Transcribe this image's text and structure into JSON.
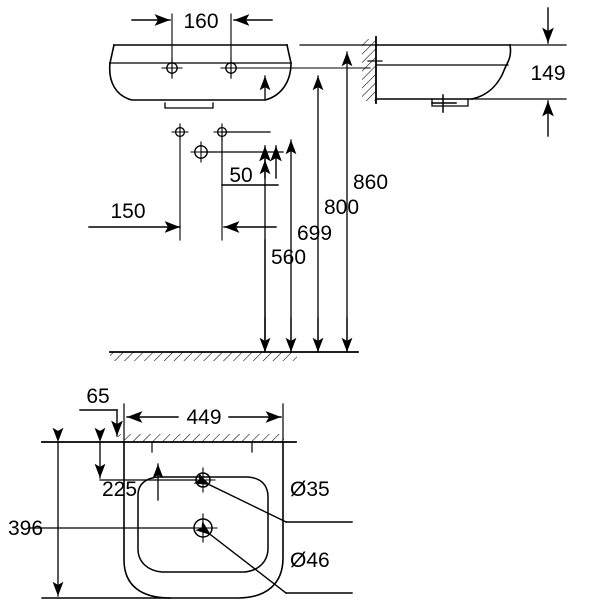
{
  "drawing": {
    "title": "Wall-hung washbasin technical drawing",
    "units": "mm",
    "line_color": "#000000",
    "background_color": "#ffffff",
    "views": {
      "front_elevation": {
        "name": "front-elevation-view"
      },
      "side_elevation": {
        "name": "side-elevation-view"
      },
      "plan": {
        "name": "plan-view"
      }
    }
  },
  "dimensions": {
    "tap_hole_spacing": "160",
    "basin_depth_side": "149",
    "overflow_offset": "50",
    "hole_offset_horizontal": "150",
    "waste_height": "560",
    "supply_height": "699",
    "rim_height": "800",
    "top_height": "860",
    "front_overhang": "65",
    "basin_width": "449",
    "tap_hole_from_wall": "225",
    "basin_projection": "396"
  },
  "callouts": {
    "tap_hole_diameter": "Ø35",
    "waste_hole_diameter": "Ø46"
  },
  "icons": {
    "wall_hatch": "hatch-icon",
    "floor_hatch": "hatch-icon",
    "hole_marker": "crosshair-icon",
    "arrow": "arrow-icon"
  }
}
